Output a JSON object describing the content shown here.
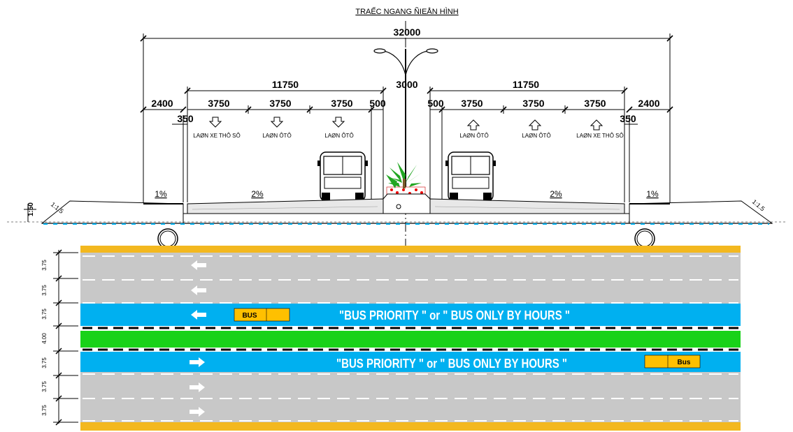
{
  "title": "TRAẾC NGANG ÑIEÅN HÌNH",
  "dimensions": {
    "total": "32000",
    "half_left": "11750",
    "half_right": "11750",
    "median": "3000",
    "sidewalk_left": "2400",
    "sidewalk_right": "2400",
    "lane": "3750",
    "strip": "500",
    "curb_left": "350",
    "curb_right": "350",
    "side_left": "1:1.5",
    "side_right": "1:1.5",
    "embank": "1:50"
  },
  "lanes_left": [
    "LAØN XE THÔ SÔ",
    "LAØN ÔTÔ",
    "LAØN ÔTÔ"
  ],
  "lanes_right": [
    "LAØN ÔTÔ",
    "LAØN ÔTÔ",
    "LAØN XE THÔ SÔ"
  ],
  "slopes": {
    "sidewalk_left": "1%",
    "road_left": "2%",
    "road_right": "2%",
    "sidewalk_right": "1%"
  },
  "plan": {
    "lane_widths": [
      "3.75",
      "3.75",
      "3.75",
      "4.00",
      "3.75",
      "3.75",
      "3.75"
    ],
    "bus_lane_text_top": "\"BUS  PRIORITY \" or \" BUS ONLY BY HOURS  \"",
    "bus_lane_text_bottom": "\"BUS  PRIORITY \" or \" BUS ONLY BY HOURS  \"",
    "bus_label_left": "BUS",
    "bus_label_right": "Bus"
  },
  "colors": {
    "road": "#c8c8c8",
    "bus_lane": "#00b0f0",
    "median": "#19d219",
    "edge": "#f3b81f",
    "bus_box": "#ffc000"
  }
}
